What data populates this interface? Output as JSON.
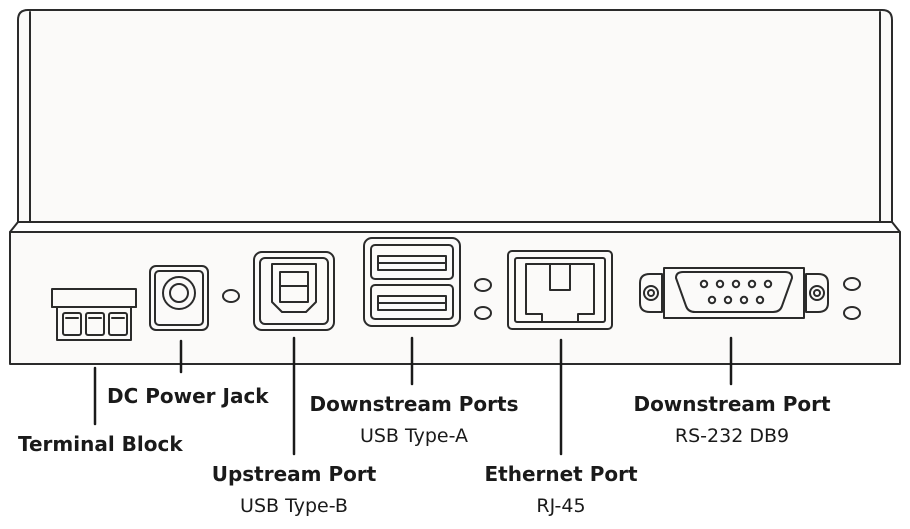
{
  "labels": {
    "terminal_block": "Terminal Block",
    "dc_power_jack": "DC Power Jack",
    "upstream_port": "Upstream Port",
    "upstream_port_type": "USB Type-B",
    "downstream_ports": "Downstream Ports",
    "downstream_ports_type": "USB Type-A",
    "ethernet_port": "Ethernet Port",
    "ethernet_port_type": "RJ-45",
    "downstream_port": "Downstream Port",
    "downstream_port_type": "RS-232 DB9"
  },
  "colors": {
    "outline": "#2b2b2b",
    "device_fill": "#fbfaf9",
    "text": "#1a1a1a"
  }
}
